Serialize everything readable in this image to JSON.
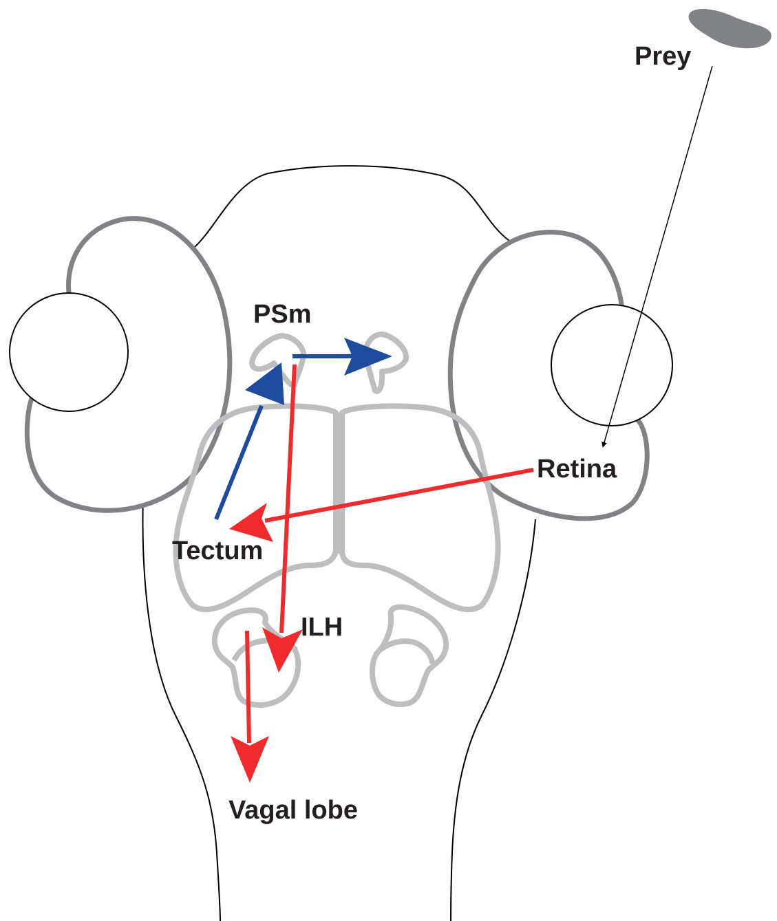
{
  "labels": {
    "prey": "Prey",
    "psm": "PSm",
    "retina": "Retina",
    "tectum": "Tectum",
    "ilh": "ILH",
    "vagal_lobe": "Vagal lobe"
  },
  "colors": {
    "outline": "#000000",
    "eye_rim": "#808285",
    "brain_region": "#bcbec0",
    "prey": "#808285",
    "red_pathway": "#ef2b2d",
    "blue_pathway": "#1d4c9e",
    "text": "#231f20"
  }
}
